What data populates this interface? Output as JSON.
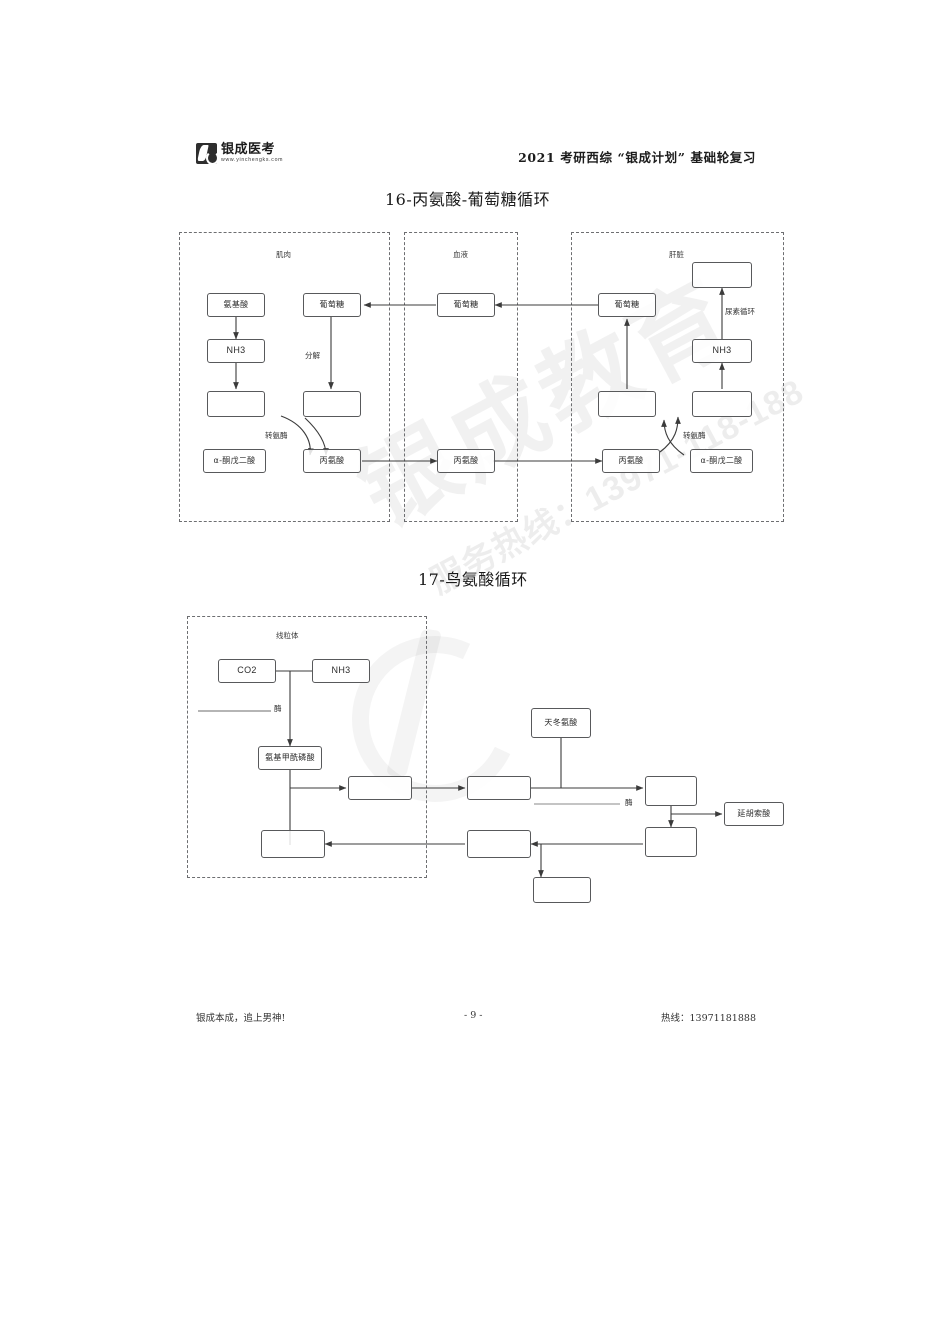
{
  "header": {
    "logo_cn": "银成医考",
    "logo_url": "www.yinchengks.com",
    "title": "2021 考研西综 “银成计划” 基础轮复习"
  },
  "sections": [
    {
      "id": "16",
      "title": "16-丙氨酸-葡萄糖循环"
    },
    {
      "id": "17",
      "title": "17-鸟氨酸循环"
    }
  ],
  "diagram1": {
    "regions": [
      {
        "label": "肌肉"
      },
      {
        "label": "血液"
      },
      {
        "label": "肝脏"
      }
    ],
    "muscle": {
      "amino_acid": "氨基酸",
      "nh3": "NH3",
      "blank1": "",
      "alpha_kg": "α-酮戊二酸",
      "glucose": "葡萄糖",
      "decompose": "分解",
      "blank2": "",
      "alanine": "丙氨酸",
      "transaminase": "转氨酶"
    },
    "blood": {
      "glucose": "葡萄糖",
      "alanine": "丙氨酸"
    },
    "liver": {
      "glucose": "葡萄糖",
      "urea_blank": "",
      "urea_cycle": "尿素循环",
      "nh3": "NH3",
      "blank_left": "",
      "blank_right": "",
      "alanine": "丙氨酸",
      "alpha_kg": "α-酮戊二酸",
      "transaminase": "转氨酶"
    }
  },
  "diagram2": {
    "region_label": "线粒体",
    "co2": "CO2",
    "nh3": "NH3",
    "enzyme1": "酶",
    "enzyme2": "酶",
    "carbamoyl_phosphate": "氨基甲酰磷酸",
    "aspartate": "天冬氨酸",
    "fumarate": "延胡索酸",
    "blank_a": "",
    "blank_b": "",
    "blank_c": "",
    "blank_d": "",
    "blank_e": "",
    "blank_f": "",
    "blank_g": "",
    "blank_h": ""
  },
  "watermark": {
    "brand": "银成教育",
    "hotline": "服务热线：13971-118-188"
  },
  "footer": {
    "left": "银成本成，追上男神!",
    "page": "- 9 -",
    "right": "热线：13971181888"
  }
}
